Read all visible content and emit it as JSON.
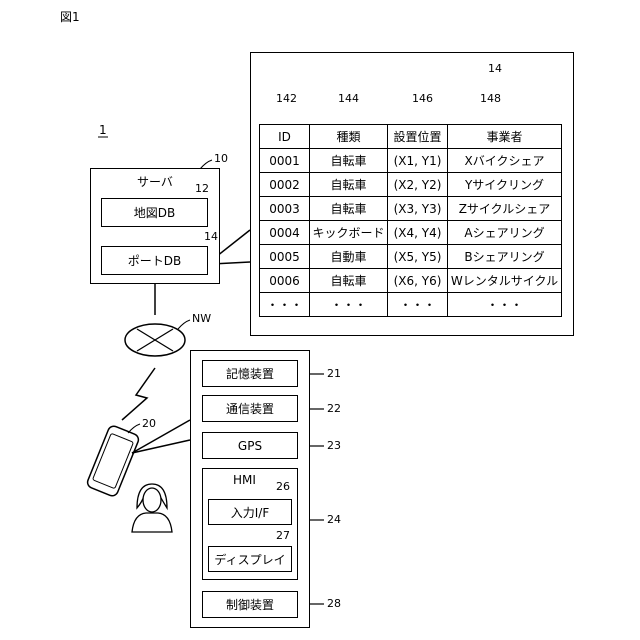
{
  "figure_label": "図1",
  "system_ref": "1",
  "server": {
    "label": "サーバ",
    "ref": "10"
  },
  "map_db": {
    "label": "地図DB",
    "ref": "12"
  },
  "port_db": {
    "label": "ポートDB",
    "ref": "14"
  },
  "network": {
    "label": "NW"
  },
  "phone": {
    "ref": "20"
  },
  "table_ref": "14",
  "column_refs": [
    "142",
    "144",
    "146",
    "148"
  ],
  "table": {
    "headers": [
      "ID",
      "種類",
      "設置位置",
      "事業者"
    ],
    "rows": [
      [
        "0001",
        "自転車",
        "(X1, Y1)",
        "Xバイクシェア"
      ],
      [
        "0002",
        "自転車",
        "(X2, Y2)",
        "Yサイクリング"
      ],
      [
        "0003",
        "自転車",
        "(X3, Y3)",
        "Zサイクルシェア"
      ],
      [
        "0004",
        "キックボード",
        "(X4, Y4)",
        "Aシェアリング"
      ],
      [
        "0005",
        "自動車",
        "(X5, Y5)",
        "Bシェアリング"
      ],
      [
        "0006",
        "自転車",
        "(X6, Y6)",
        "Wレンタルサイクル"
      ],
      [
        "・・・",
        "・・・",
        "・・・",
        "・・・"
      ]
    ]
  },
  "terminal": {
    "storage": {
      "label": "記憶装置",
      "ref": "21"
    },
    "comm": {
      "label": "通信装置",
      "ref": "22"
    },
    "gps": {
      "label": "GPS",
      "ref": "23"
    },
    "hmi": {
      "label": "HMI",
      "ref": "24"
    },
    "input": {
      "label": "入力I/F",
      "ref": "26"
    },
    "display": {
      "label": "ディスプレイ",
      "ref": "27"
    },
    "control": {
      "label": "制御装置",
      "ref": "28"
    }
  }
}
